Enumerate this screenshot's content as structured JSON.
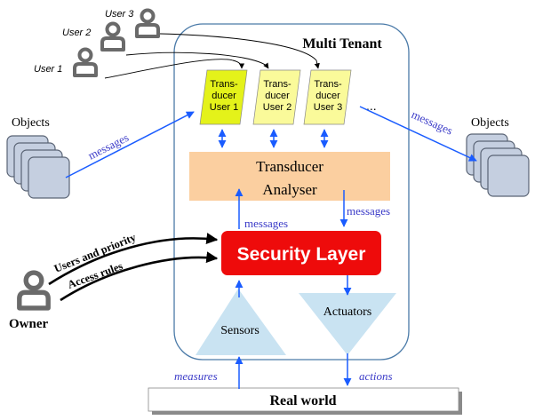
{
  "container_title": "Multi Tenant",
  "users": [
    {
      "label": "User 3"
    },
    {
      "label": "User 2"
    },
    {
      "label": "User 1"
    }
  ],
  "transducers": [
    {
      "line1": "Trans-",
      "line2": "ducer",
      "line3": "User 1",
      "color": "#e4f21a"
    },
    {
      "line1": "Trans-",
      "line2": "ducer",
      "line3": "User 2",
      "color": "#fafa9a"
    },
    {
      "line1": "Trans-",
      "line2": "ducer",
      "line3": "User 3",
      "color": "#fafa9a"
    }
  ],
  "ellipsis": "...",
  "analyser": {
    "line1": "Transducer",
    "line2": "Analyser",
    "color": "#fbcfa0"
  },
  "security_layer": {
    "label": "Security Layer",
    "color": "#ee0b0b"
  },
  "sensors": {
    "label": "Sensors"
  },
  "actuators": {
    "label": "Actuators"
  },
  "real_world": {
    "label": "Real world"
  },
  "objects_left": {
    "label": "Objects"
  },
  "objects_right": {
    "label": "Objects"
  },
  "owner": {
    "label": "Owner"
  },
  "edge_labels": {
    "messages_left": "messages",
    "messages_right": "messages",
    "messages_analyser_out": "messages",
    "messages_to_analyser": "messages",
    "users_priority": "Users and priority",
    "access_rules": "Access rules",
    "measures": "measures",
    "actions": "actions"
  },
  "colors": {
    "arrow_blue": "#1a5cff",
    "edge_label_blue": "#3b3bc8",
    "triangle_fill": "#c9e3f2",
    "object_fill": "#c5cfe0",
    "icon_gray": "#6a6a6a"
  }
}
